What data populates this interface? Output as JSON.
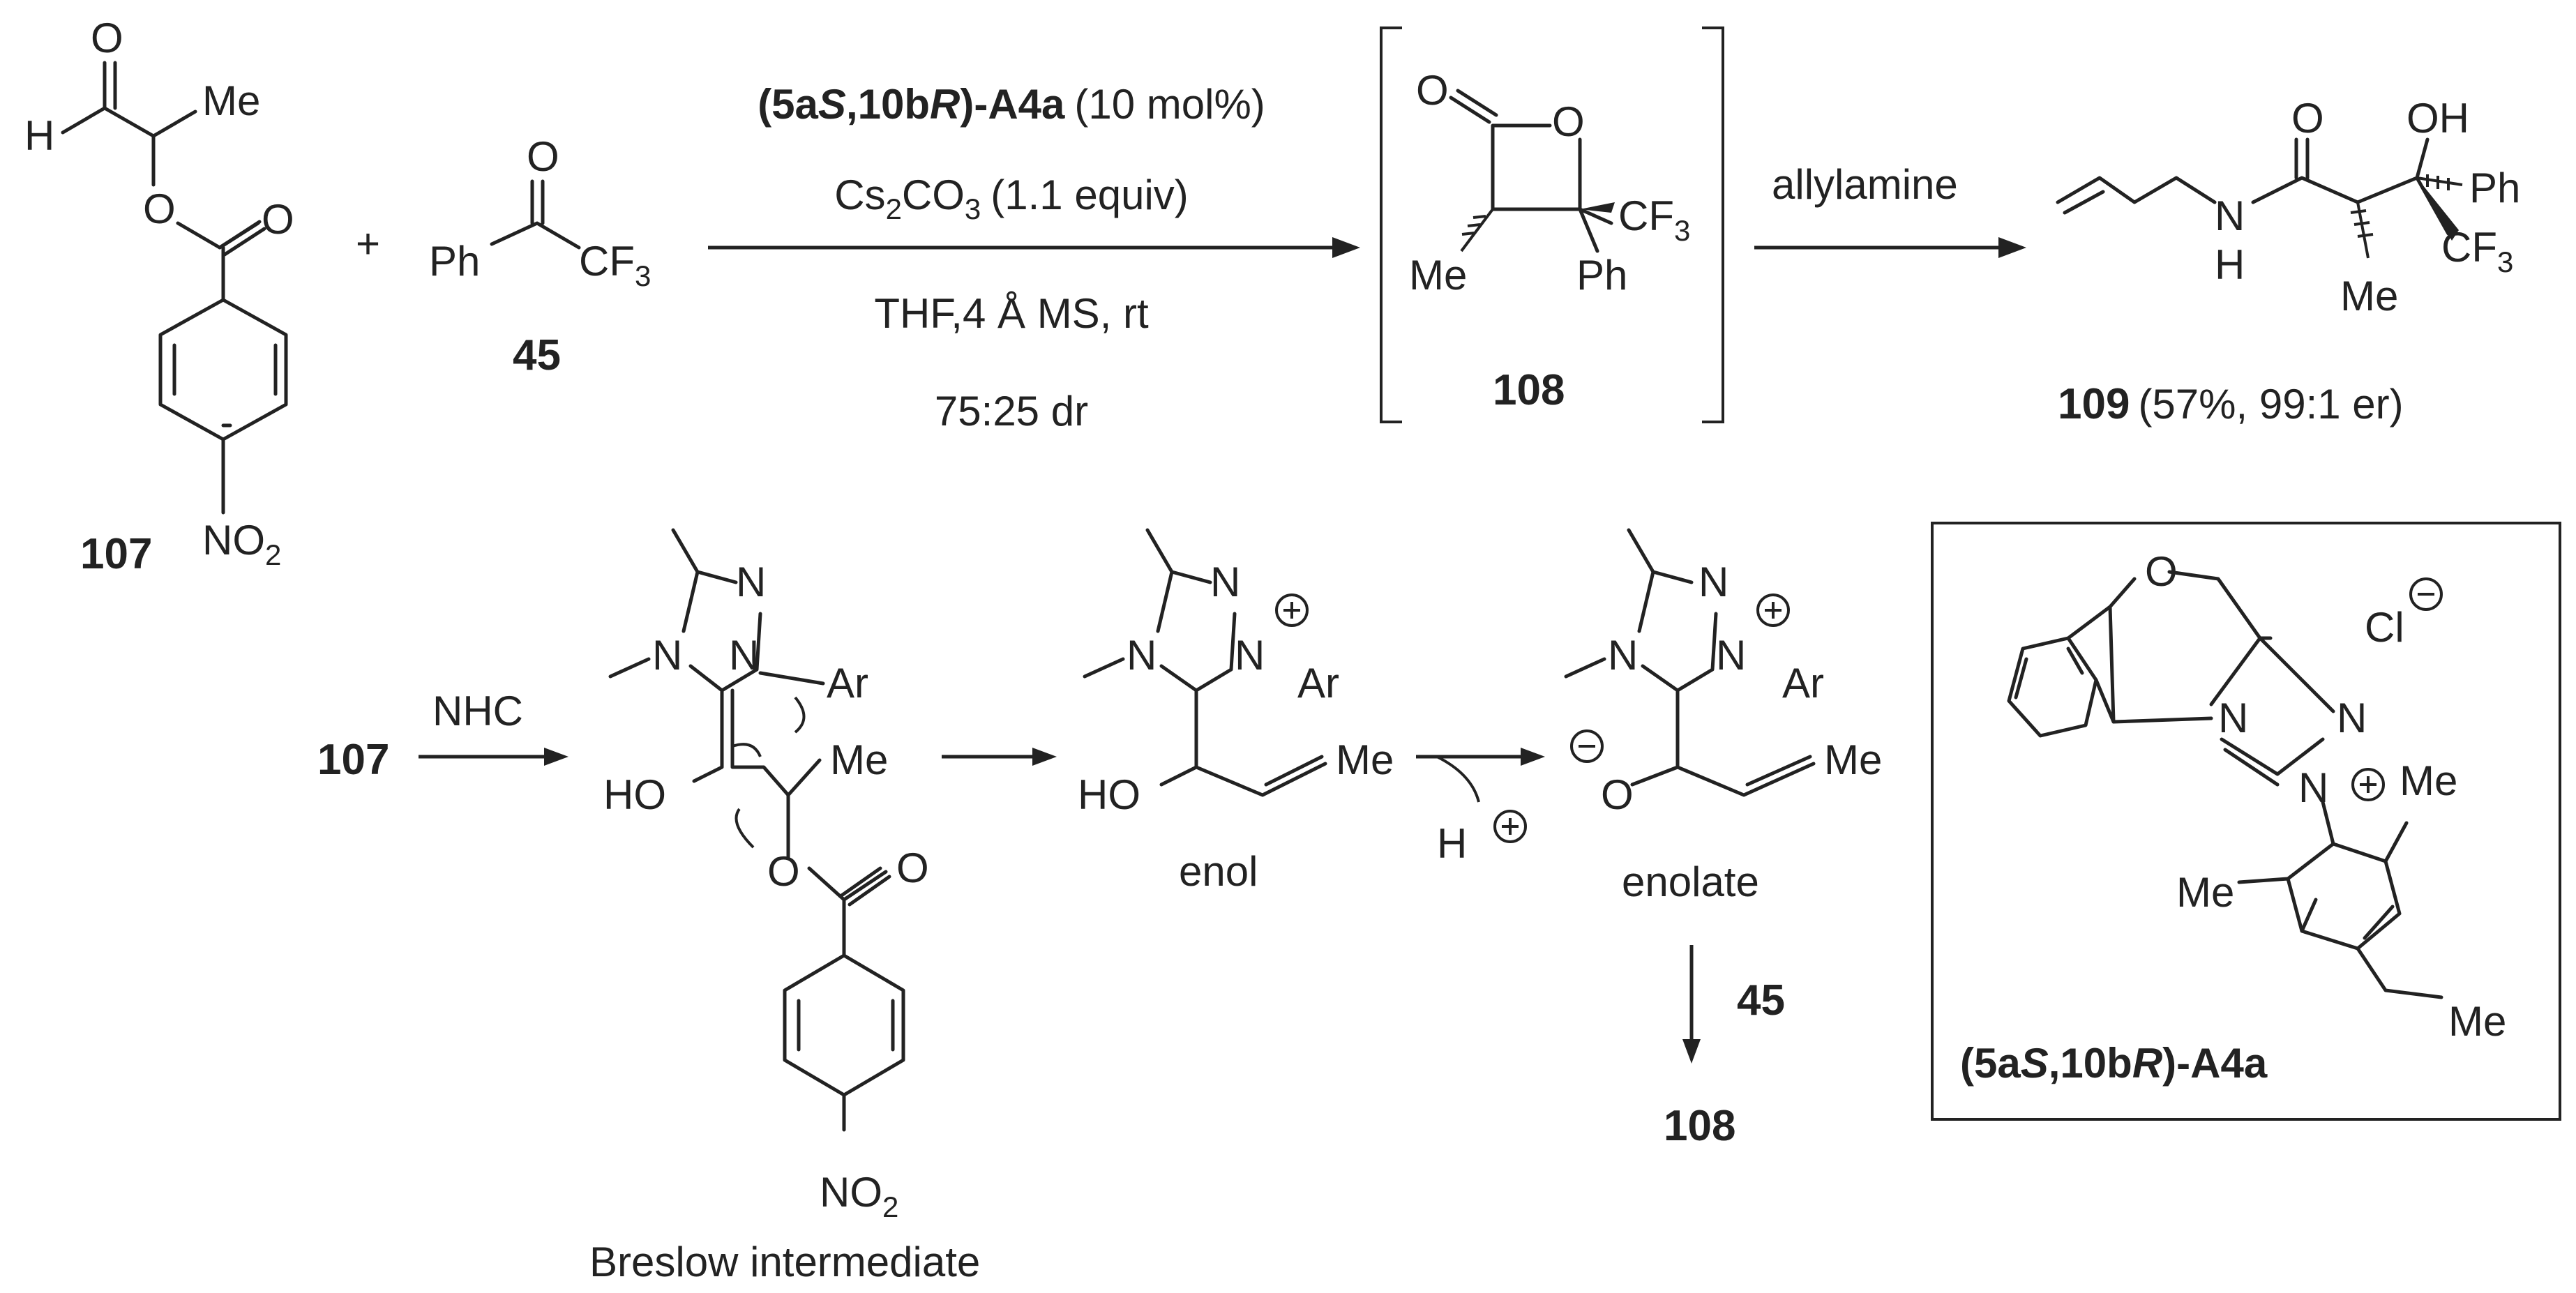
{
  "scheme": {
    "conditions": {
      "catalyst_prefix": "(5a",
      "catalyst_s": "S",
      "catalyst_mid": ",10b",
      "catalyst_r": "R",
      "catalyst_suffix": ")-A4a",
      "catalyst_loading": "(10 mol%)",
      "base": "Cs",
      "base_sub1": "2",
      "base_mid": "CO",
      "base_sub2": "3",
      "base_amount": "(1.1 equiv)",
      "solvent": "THF,4 Å MS, rt",
      "dr": "75:25 dr"
    },
    "step2_reagent": "allylamine",
    "labels": {
      "substrate": "107",
      "ketone": "45",
      "lactone": "108",
      "product": "109",
      "product_yield": "(57%, 99:1 er)",
      "plus": "+"
    },
    "mechanism": {
      "start": "107",
      "reagent": "NHC",
      "breslow": "Breslow intermediate",
      "enol": "enol",
      "proton": "H",
      "enolate": "enolate",
      "ketone": "45",
      "lactone": "108"
    },
    "catalyst_box": {
      "prefix": "(5a",
      "s": "S",
      "mid": ",10b",
      "r": "R",
      "suffix": ")-A4a",
      "counterion": "Cl"
    },
    "atoms": {
      "O": "O",
      "H": "H",
      "Me": "Me",
      "Ph": "Ph",
      "CF": "CF",
      "sub3": "3",
      "NO": "NO",
      "sub2": "2",
      "N": "N",
      "Ar": "Ar",
      "HO": "HO",
      "OH": "OH"
    }
  }
}
